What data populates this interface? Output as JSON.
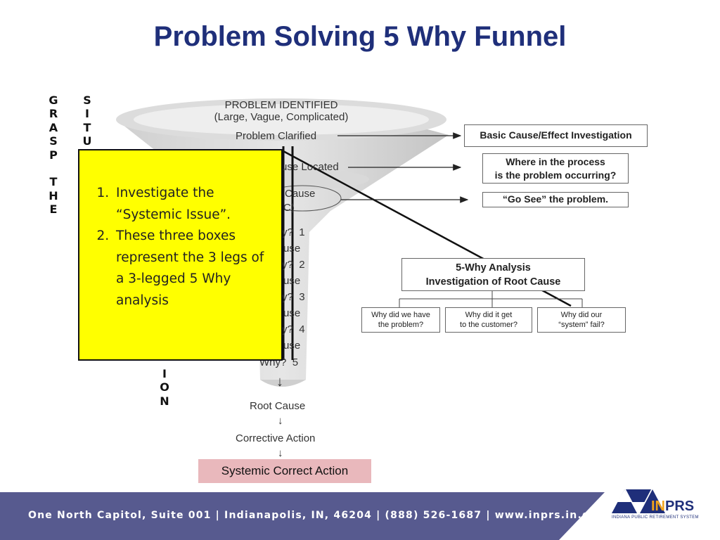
{
  "slide": {
    "title": "Problem Solving 5 Why Funnel"
  },
  "side_labels": {
    "col1": [
      "G",
      "R",
      "A",
      "S",
      "P",
      "",
      "T",
      "H",
      "E"
    ],
    "col2_top": [
      "S",
      "I",
      "T",
      "U"
    ],
    "col2_bottom": [
      "I",
      "O",
      "N"
    ]
  },
  "funnel": {
    "problem_identified": "PROBLEM IDENTIFIED",
    "problem_identified_sub": "(Large, Vague, Complicated)",
    "problem_clarified": "Problem Clarified",
    "cause_located": "use Located",
    "cause": "Cause",
    "poc": "C)",
    "why_lines": [
      {
        "why": "y?",
        "n": "1",
        "cause": "use"
      },
      {
        "why": "y?",
        "n": "2",
        "cause": "use"
      },
      {
        "why": "y?",
        "n": "3",
        "cause": "use"
      },
      {
        "why": "y?",
        "n": "4",
        "cause": "use"
      },
      {
        "why": "Why?",
        "n": "5",
        "cause": ""
      }
    ],
    "arrow": "↓",
    "root_cause": "Root Cause",
    "corrective_action": "Corrective Action",
    "systemic_correct_action": "Systemic Correct Action"
  },
  "right_boxes": {
    "basic_cause": "Basic Cause/Effect Investigation",
    "where_line1": "Where in the process",
    "where_line2": "is the problem occurring?",
    "go_see": "“Go See” the problem.",
    "five_why_line1": "5-Why Analysis",
    "five_why_line2": "Investigation of Root Cause",
    "why_boxes": [
      {
        "l1": "Why did we have",
        "l2": "the problem?"
      },
      {
        "l1": "Why  did it get",
        "l2": "to the customer?"
      },
      {
        "l1": "Why did our",
        "l2": "“system” fail?"
      }
    ]
  },
  "callout": {
    "items": [
      "Investigate the “Systemic Issue”.",
      "These three boxes represent the 3 legs of a 3-legged 5 Why analysis"
    ]
  },
  "footer": {
    "address": "One North Capitol, Suite 001 | Indianapolis, IN, 46204 | (888) 526-1687 | www.inprs.in.gov",
    "logo_in": "IN",
    "logo_prs": "PRS",
    "logo_sub": "INDIANA PUBLIC RETIREMENT SYSTEM"
  },
  "colors": {
    "title": "#1f2f7a",
    "footer_band": "#575a8f",
    "callout": "#ffff00",
    "systemic_box": "#e9b8bc",
    "logo_accent": "#f2a31b"
  }
}
